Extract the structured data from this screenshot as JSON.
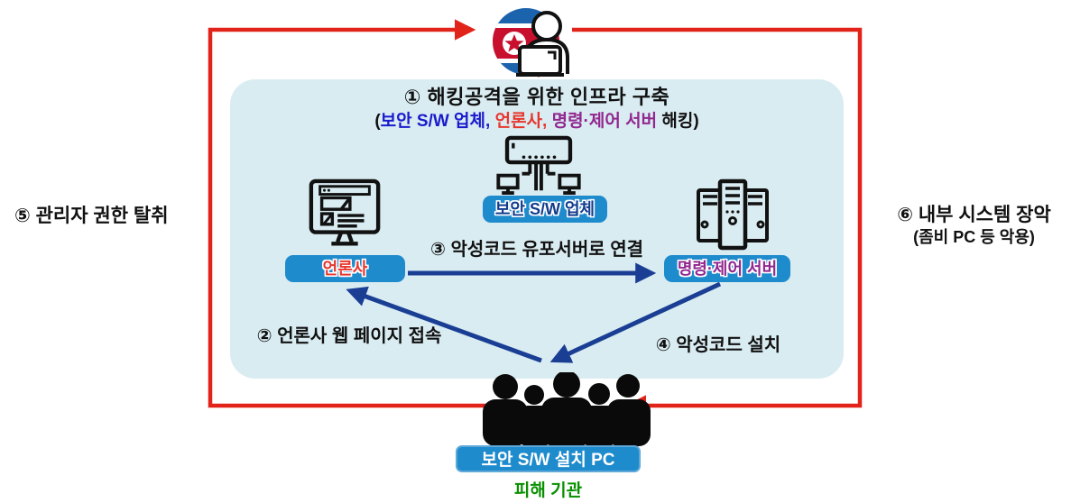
{
  "colors": {
    "loop_red": "#e2231a",
    "arrow_navy": "#1a3e94",
    "button_blue": "#1e8bcd",
    "panel_blue": "#d9ecf2",
    "vendor_text_navy": "#123c8c",
    "press_text_red": "#e8362e",
    "c2_text_purple": "#92278f",
    "subtitle_blue": "#1a1acd",
    "victim_caption_green": "#089000"
  },
  "attacker": {
    "icon": "north-korea-hacker-icon"
  },
  "panel": {
    "title": "① 해킹공격을 위한 인프라 구축",
    "subtitle": {
      "open": "(",
      "vendor": "보안 S/W 업체,",
      "press": " 언론사,",
      "c2": " 명령·제어 서버",
      "close": " 해킹)"
    },
    "nodes": {
      "vendor": {
        "label": "보안 S/W 업체",
        "icon": "network-device-icon"
      },
      "press": {
        "label": "언론사",
        "icon": "news-website-monitor-icon"
      },
      "c2": {
        "label": "명령·제어 서버",
        "icon": "server-rack-icon"
      }
    },
    "steps": {
      "step2": "② 언론사 웹 페이지 접속",
      "step3": "③ 악성코드 유포서버로 연결",
      "step4": "④ 악성코드 설치"
    }
  },
  "outside": {
    "step5": "⑤ 관리자 권한 탈취",
    "step6_line1": "⑥ 내부 시스템 장악",
    "step6_line2": "(좀비 PC 등 악용)"
  },
  "victim": {
    "icon": "people-crowd-icon",
    "label": "보안 S/W 설치 PC",
    "caption": "피해 기관"
  }
}
